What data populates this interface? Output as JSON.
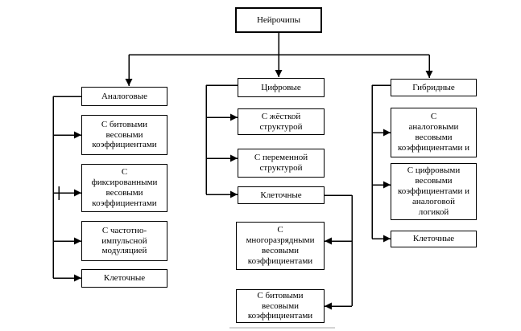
{
  "diagram_title": "Нейрочипы",
  "colors": {
    "line": "#000000",
    "box_border": "#000000",
    "box_background": "#ffffff",
    "underline_artifact": "#ababab"
  },
  "nodes": {
    "root": {
      "label": "Нейрочипы"
    },
    "analog": {
      "label": "Аналоговые"
    },
    "analog_bit": {
      "label": "С битовыми\nвесовыми\nкоэффициентами"
    },
    "analog_fixed": {
      "label": "С\nфиксированными\nвесовыми\nкоэффициентами"
    },
    "analog_pfm": {
      "label": "С частотно-\nимпульсной\nмодуляцией"
    },
    "analog_cellular": {
      "label": "Клеточные"
    },
    "digital": {
      "label": "Цифровые"
    },
    "digital_rigid": {
      "label": "С жёсткой\nструктурой"
    },
    "digital_variable": {
      "label": "С переменной\nструктурой"
    },
    "digital_cellular": {
      "label": "Клеточные"
    },
    "digital_multibit": {
      "label": "С\nмногоразрядными\nвесовыми\nкоэффициентами"
    },
    "digital_bit": {
      "label": "С битовыми\nвесовыми\nкоэффициентами"
    },
    "hybrid": {
      "label": "Гибридные"
    },
    "hybrid_analog_wc": {
      "label": "С\nаналоговыми\nвесовыми\nкоэффициентами и"
    },
    "hybrid_digital_wc": {
      "label": "С цифровыми\nвесовыми\nкоэффициентами и\nаналоговой\nлогикой"
    },
    "hybrid_cellular": {
      "label": "Клеточные"
    }
  }
}
